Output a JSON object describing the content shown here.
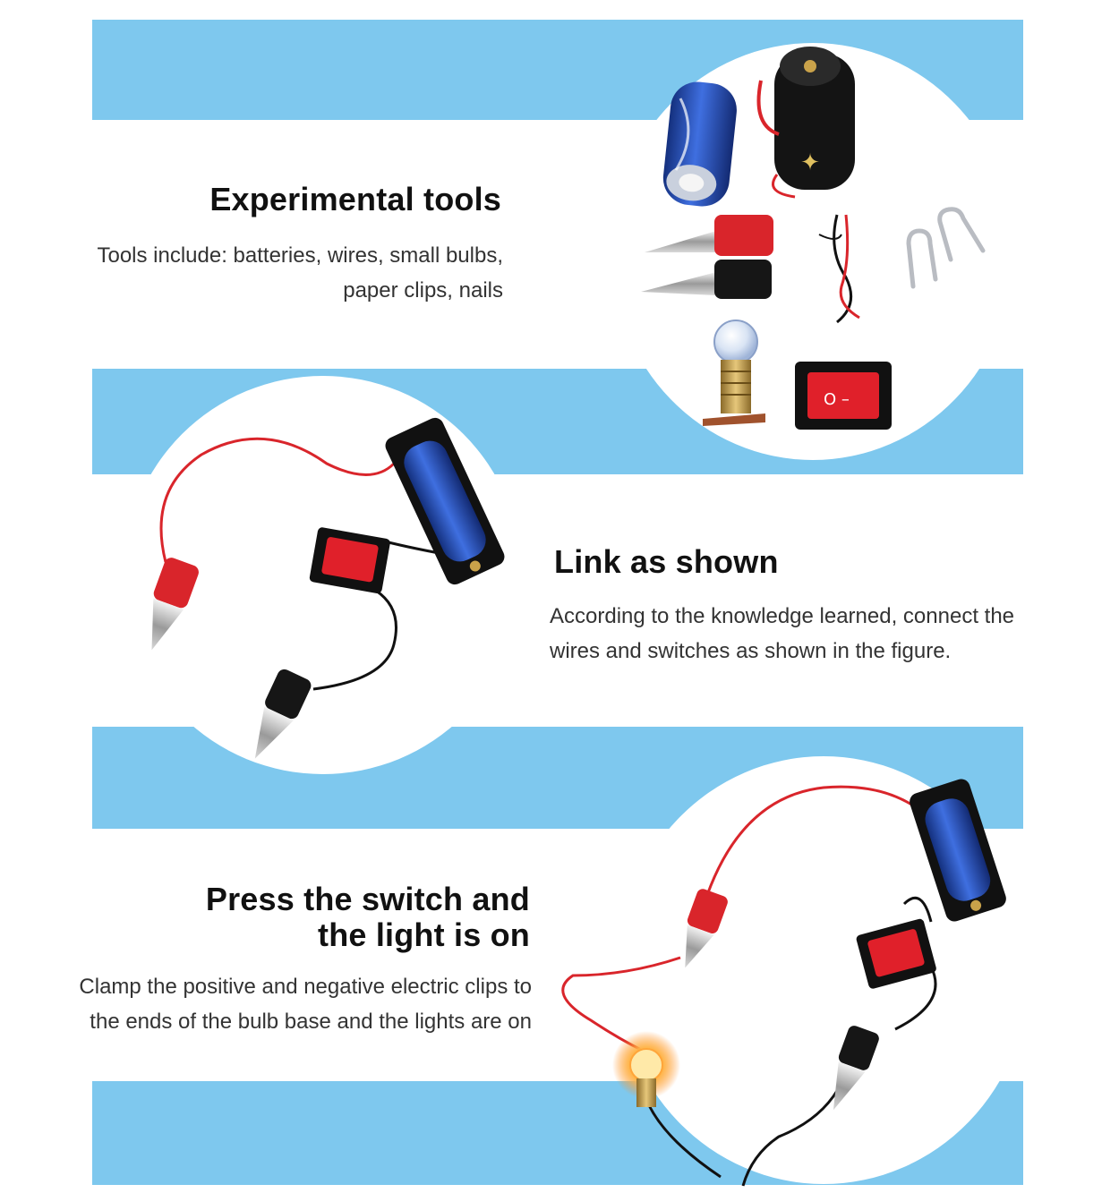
{
  "sections": [
    {
      "title": "Experimental tools",
      "desc": "Tools include: batteries, wires, small bulbs, paper clips, nails"
    },
    {
      "title": "Link as shown",
      "desc": "According to the knowledge learned, connect the wires and switches as shown in the figure."
    },
    {
      "title": "Press the switch and the light is on",
      "desc": "Clamp the positive and negative electric clips to the ends of the bulb base and the lights are on"
    }
  ],
  "illustrations": {
    "tools": [
      "battery-icon",
      "battery-holder-icon",
      "alligator-clip-icon",
      "wire-icon",
      "paper-clip-icon",
      "bulb-icon",
      "rocker-switch-icon"
    ],
    "circuit": [
      "battery-holder-icon",
      "rocker-switch-icon",
      "alligator-clip-icon",
      "wire-icon"
    ],
    "lit_circuit": [
      "battery-holder-icon",
      "rocker-switch-icon",
      "alligator-clip-icon",
      "bulb-icon",
      "wire-icon"
    ]
  },
  "colors": {
    "band": "#7ec8ee",
    "switch_red": "#e0202a",
    "wire_red": "#d9252b",
    "battery_blue": "#1f46b0"
  }
}
